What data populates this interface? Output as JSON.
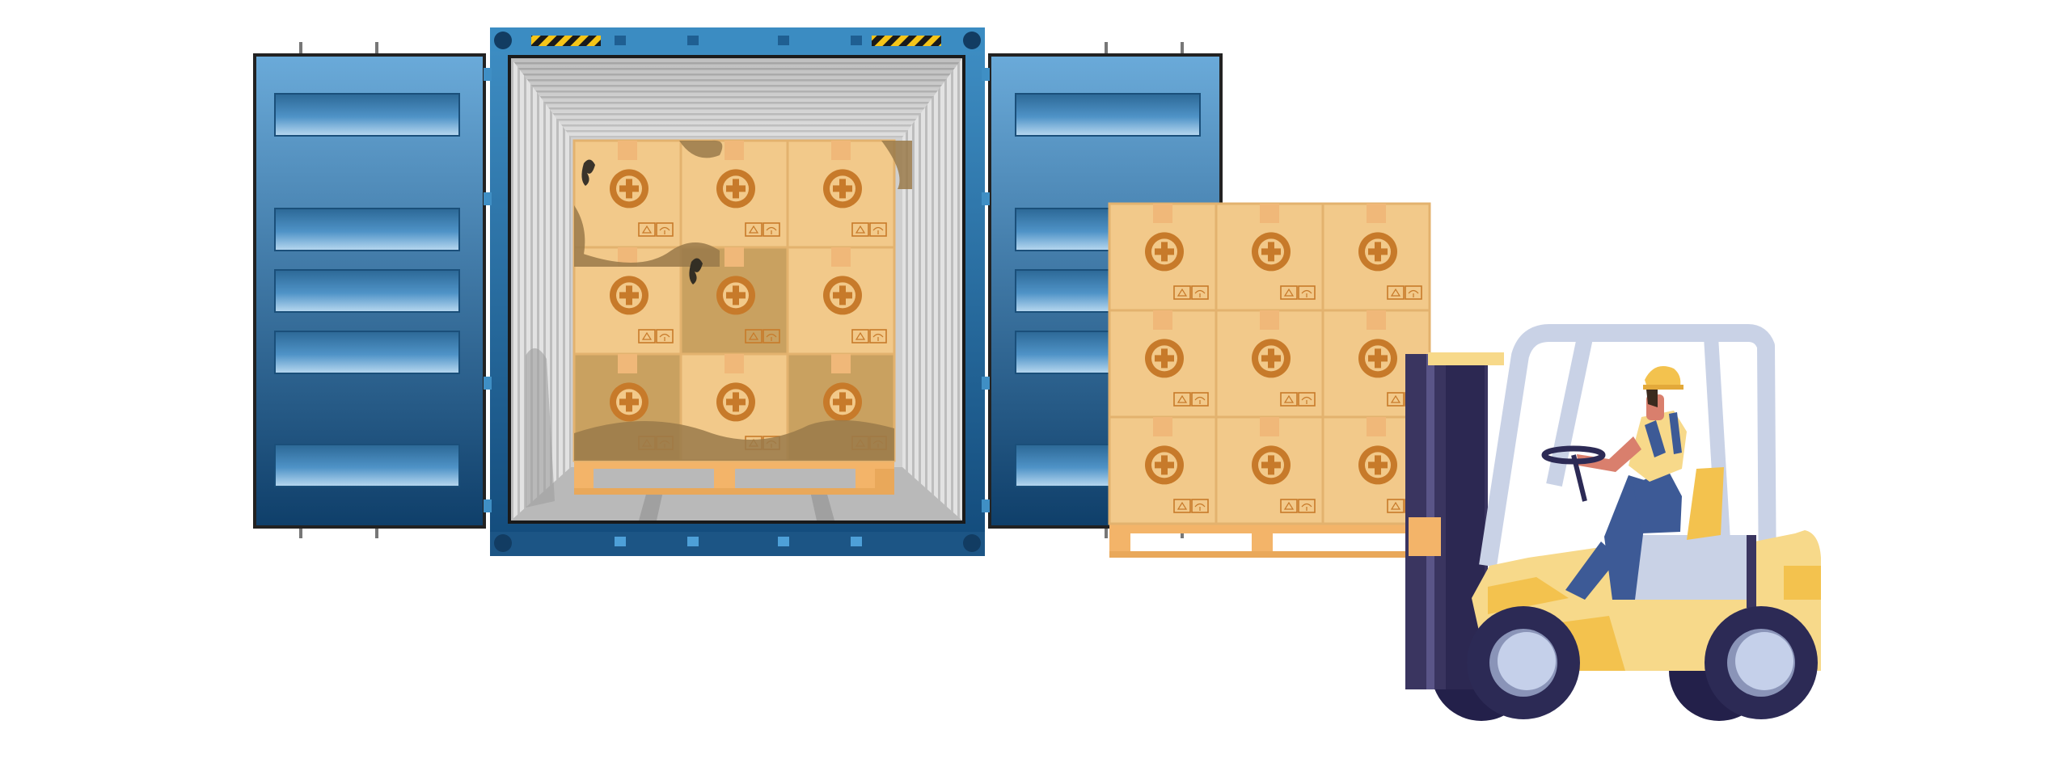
{
  "scene": {
    "description_free": true,
    "container": {
      "door_color": "#2f74a8",
      "frame_color": "#1f5f92",
      "interior_color": "#d8d8d8",
      "hazard_stripe_colors": [
        "#f5c518",
        "#1a1a1a"
      ]
    },
    "boxes": {
      "box_color": "#f2c98a",
      "box_edge_color": "#e3b26e",
      "tape_color": "#f0b879",
      "emblem_color": "#c77a2a",
      "damaged_box_color": "#c9a160",
      "stain_color": "#9a7a4a",
      "inside_grid": {
        "rows": 3,
        "cols": 3
      },
      "pallet_grid": {
        "rows": 3,
        "cols": 3
      }
    },
    "pallet": {
      "color": "#f3b469"
    },
    "forklift": {
      "body_color": "#f7d98a",
      "accent_color": "#f3c24e",
      "mast_color": "#3a3560",
      "cage_color": "#c9d2e6",
      "tire_color": "#2c2a55",
      "hub_color": "#c5d0ea"
    },
    "worker": {
      "helmet_color": "#f3c24e",
      "shirt_color": "#f7d98a",
      "overalls_color": "#3d5a96",
      "skin_color": "#d97f6d"
    }
  }
}
